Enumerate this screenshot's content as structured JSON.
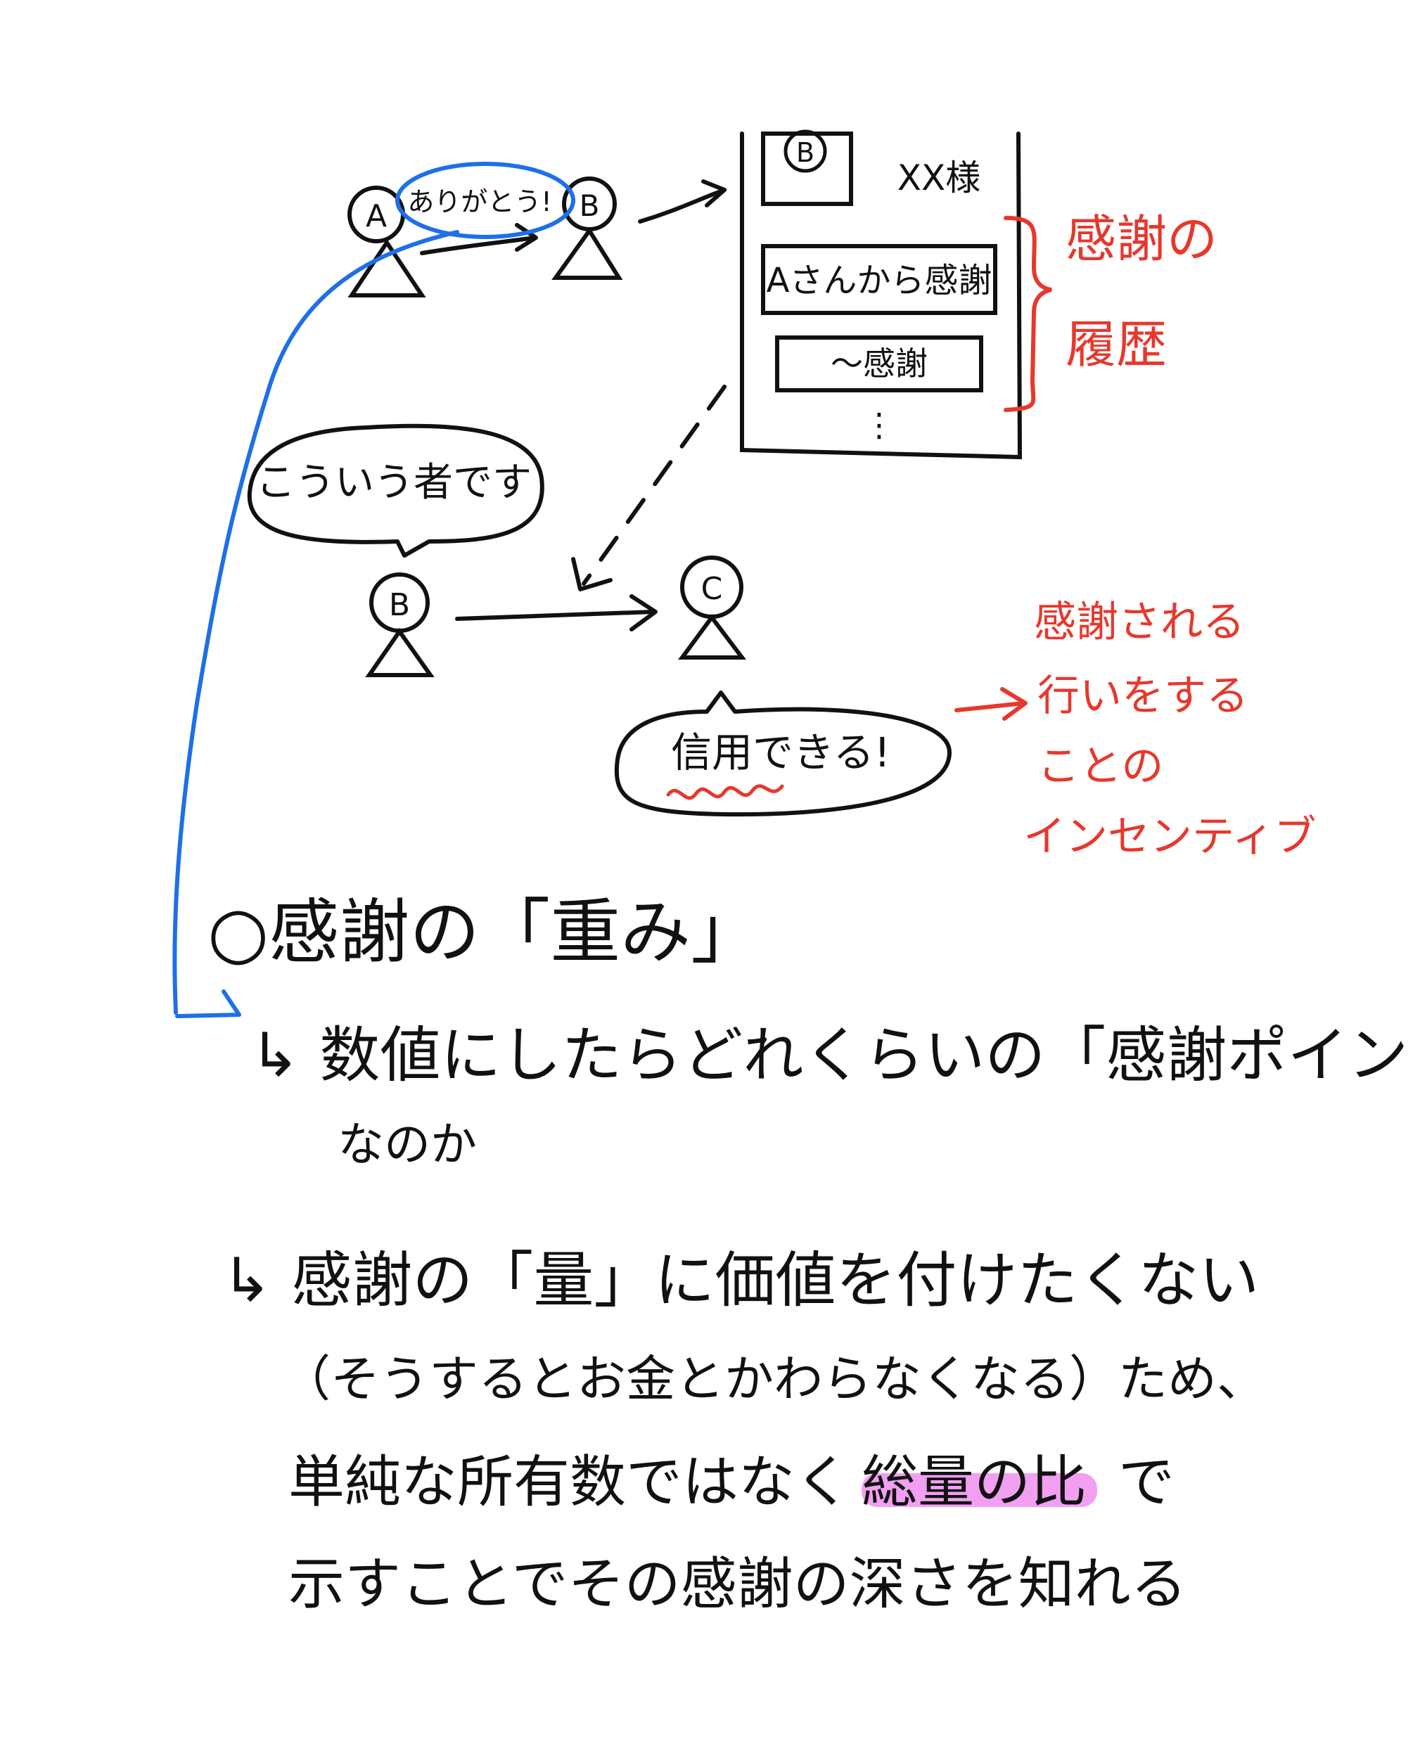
{
  "people": {
    "a": "A",
    "b": "B",
    "c": "C"
  },
  "bubbles": {
    "thanks": "ありがとう!",
    "person_intro": "こういう者です",
    "trust": "信用できる!"
  },
  "profile_card": {
    "corner_letter": "B",
    "name": "XX様",
    "history_items": [
      "Aさんから感謝",
      "〜感謝"
    ],
    "more": "⋮"
  },
  "annotations": {
    "history": [
      "感謝の",
      "履歴"
    ],
    "incentive": [
      "感謝される",
      "行いをする",
      "ことの",
      "インセンティブ"
    ]
  },
  "notes": {
    "heading": "○感謝の「重み」",
    "line1": "↳ 数値にしたらどれくらいの「感謝ポイント」",
    "line1b": "なのか",
    "line2": "↳ 感謝の「量」に価値を付けたくない",
    "line3": "（そうするとお金とかわらなくなる）ため、",
    "line4_pre": "単純な所有数ではなく",
    "line4_highlight": "総量の比",
    "line4_post": "で",
    "line5": "示すことでその感謝の深さを知れる"
  },
  "colors": {
    "ink": "#111111",
    "red": "#e8372c",
    "blue": "#1e6fe8",
    "highlight": "#f08ef0"
  }
}
